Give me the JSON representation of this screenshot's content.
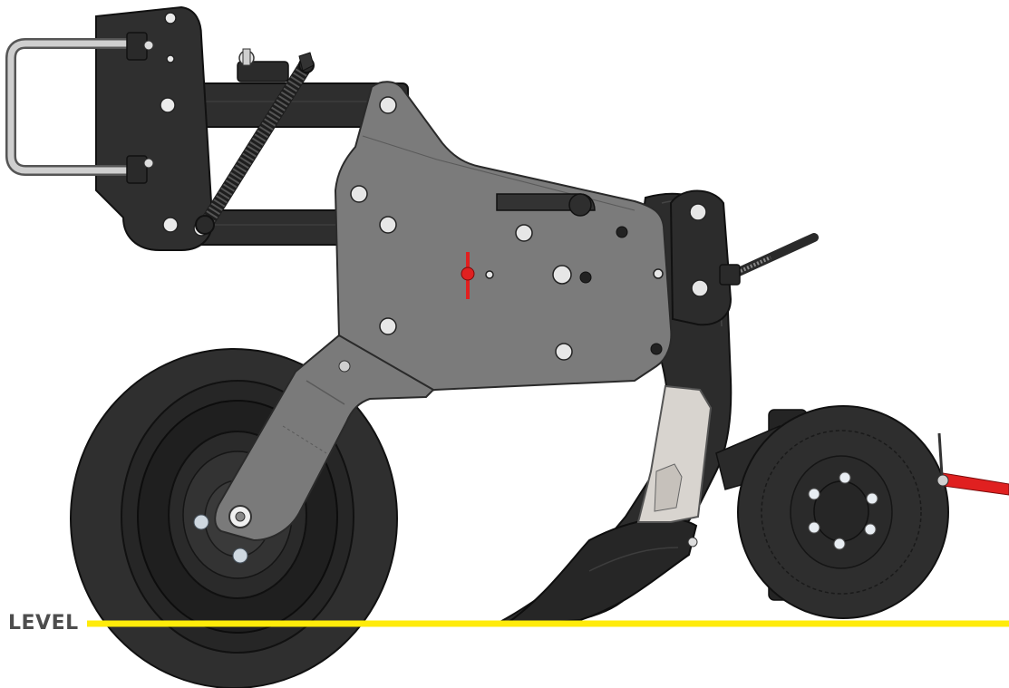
{
  "level_line": {
    "label": "LEVEL",
    "line_color": "#ffeb0a"
  },
  "colors": {
    "frame_dark": "#2e2e2e",
    "plate_gray": "#7b7b7b",
    "tire_dark": "#2f2f2f",
    "rim_dark": "#1f1f1f",
    "shield_light": "#d8d4cf",
    "hub_silver": "#cfd8e0",
    "accent_red": "#e02020",
    "handle_silver": "#c8c8c8"
  },
  "components": [
    "mount-bracket",
    "mounting-handle",
    "parallel-link-arms",
    "tension-spring",
    "main-side-plate",
    "gauge-wheel",
    "gauge-wheel-arm",
    "shank",
    "shank-shield",
    "opener-point",
    "closing-disc",
    "adjustment-screw",
    "depth-pin"
  ]
}
